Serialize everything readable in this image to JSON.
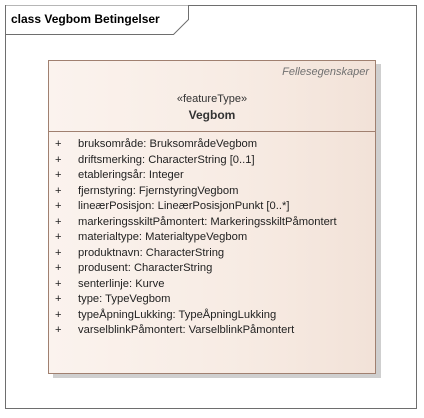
{
  "diagram": {
    "frame_title": "class Vegbom Betingelser"
  },
  "class_box": {
    "package": "Fellesegenskaper",
    "stereotype": "«featureType»",
    "name": "Vegbom",
    "attributes": [
      {
        "visibility": "+",
        "text": "bruksområde: BruksområdeVegbom"
      },
      {
        "visibility": "+",
        "text": "driftsmerking: CharacterString [0..1]"
      },
      {
        "visibility": "+",
        "text": "etableringsår: Integer"
      },
      {
        "visibility": "+",
        "text": "fjernstyring: FjernstyringVegbom"
      },
      {
        "visibility": "+",
        "text": "lineærPosisjon: LineærPosisjonPunkt [0..*]"
      },
      {
        "visibility": "+",
        "text": "markeringsskiltPåmontert: MarkeringsskiltPåmontert"
      },
      {
        "visibility": "+",
        "text": "materialtype: MaterialtypeVegbom"
      },
      {
        "visibility": "+",
        "text": "produktnavn: CharacterString"
      },
      {
        "visibility": "+",
        "text": "produsent: CharacterString"
      },
      {
        "visibility": "+",
        "text": "senterlinje: Kurve"
      },
      {
        "visibility": "+",
        "text": "type: TypeVegbom"
      },
      {
        "visibility": "+",
        "text": "typeÅpningLukking: TypeÅpningLukking"
      },
      {
        "visibility": "+",
        "text": "varselblinkPåmontert: VarselblinkPåmontert"
      }
    ]
  }
}
